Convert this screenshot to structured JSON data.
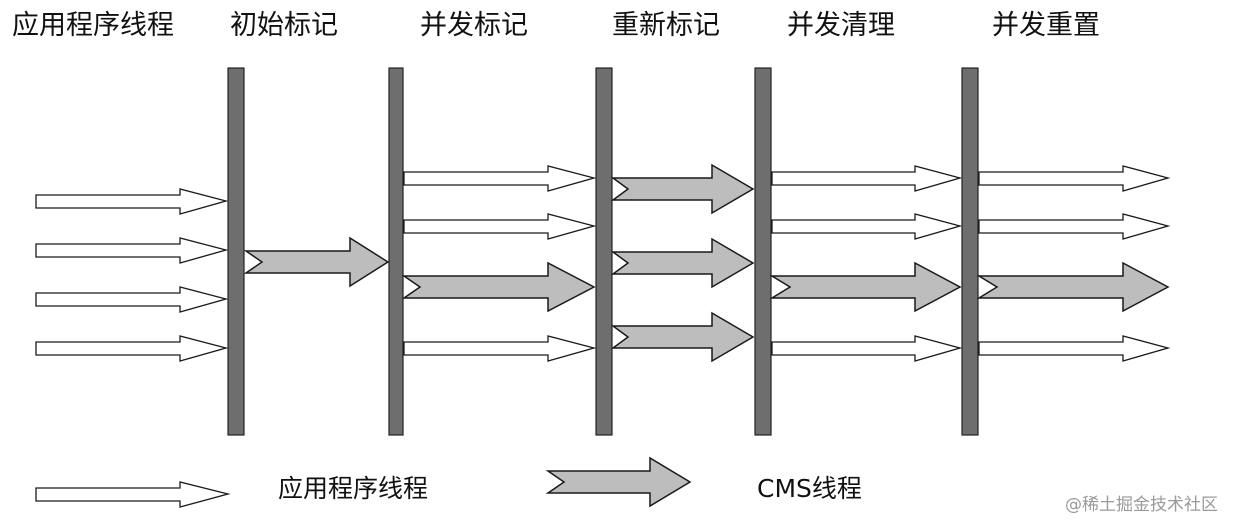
{
  "phases": [
    {
      "id": "app-threads",
      "label": "应用程序线程"
    },
    {
      "id": "initial-mark",
      "label": "初始标记"
    },
    {
      "id": "concurrent-mark",
      "label": "并发标记"
    },
    {
      "id": "remark",
      "label": "重新标记"
    },
    {
      "id": "concurrent-sweep",
      "label": "并发清理"
    },
    {
      "id": "concurrent-reset",
      "label": "并发重置"
    }
  ],
  "legend": {
    "app_thread_label": "应用程序线程",
    "cms_thread_label": "CMS线程"
  },
  "watermark": "@稀土掘金技术社区",
  "colors": {
    "bar": "#6e6e6e",
    "cms_arrow": "#bdbdbd",
    "app_arrow": "#ffffff",
    "outline": "#1a1a1a"
  }
}
